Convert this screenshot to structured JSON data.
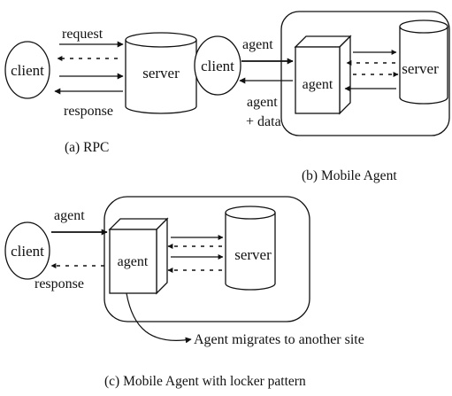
{
  "diagram": {
    "panel_a": {
      "client": "client",
      "server": "server",
      "request": "request",
      "response": "response",
      "caption": "(a) RPC"
    },
    "panel_b": {
      "client": "client",
      "agent_box": "agent",
      "server": "server",
      "agent_edge": "agent",
      "return_line1": "agent",
      "return_line2": "+ data",
      "caption": "(b) Mobile Agent"
    },
    "panel_c": {
      "client": "client",
      "agent_box": "agent",
      "server": "server",
      "agent_edge": "agent",
      "response": "response",
      "migrate": "Agent migrates to another site",
      "caption": "(c) Mobile Agent with locker pattern"
    }
  }
}
